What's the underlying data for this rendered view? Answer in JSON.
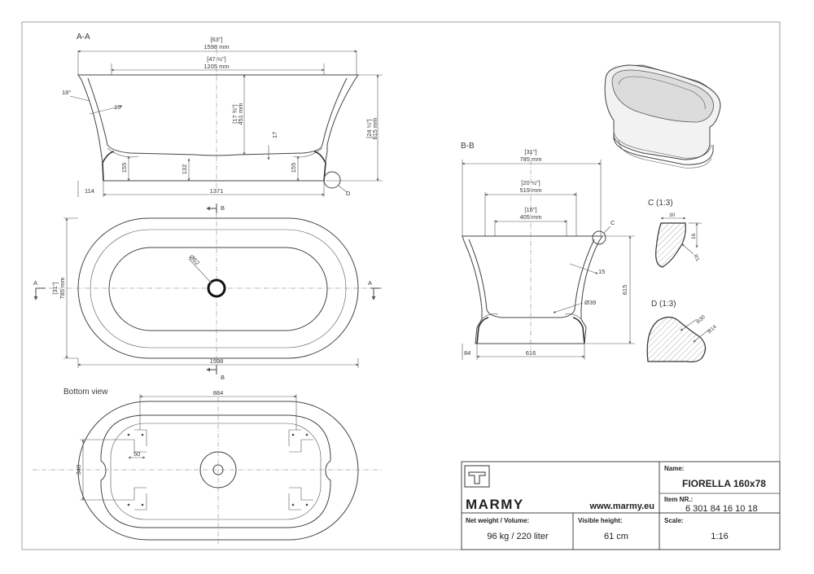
{
  "views": {
    "section_aa": {
      "label": "A-A",
      "dims": {
        "outer_width_in": "[63\"]",
        "outer_width_mm": "1598 mm",
        "inner_width_in": "[47 ½\"]",
        "inner_width_mm": "1205 mm",
        "depth_in": "[17 ¾\"]",
        "depth_mm": "451 mm",
        "height_in": "[24 ¼\"]",
        "height_mm": "615 mm",
        "angle": "18°",
        "wall": "15",
        "floor": "17",
        "foot_h1": "155",
        "foot_h2": "132",
        "foot_h3": "155",
        "left_offset": "114",
        "base_len": "1371",
        "detail_ref": "D"
      }
    },
    "top_view": {
      "section_a": "A",
      "section_b": "B",
      "width_in": "[31\"]",
      "width_mm": "785 mm",
      "length": "1598",
      "drain": "Ø52"
    },
    "bottom_view": {
      "label": "Bottom view",
      "dim_884": "884",
      "dim_50": "50",
      "dim_340": "340"
    },
    "section_bb": {
      "label": "B-B",
      "outer_in": "[31\"]",
      "outer_mm": "785 mm",
      "mid_in": "[20 ½\"]",
      "mid_mm": "519 mm",
      "inner_in": "[16\"]",
      "inner_mm": "405 mm",
      "wall": "15",
      "drain": "Ø39",
      "height": "615",
      "left_offset": "84",
      "base": "616",
      "detail_ref": "C"
    },
    "detail_c": {
      "label": "C (1:3)",
      "w": "30",
      "h": "16",
      "r": "R1"
    },
    "detail_d": {
      "label": "D (1:3)",
      "r1": "R30",
      "r2": "R14"
    }
  },
  "title_block": {
    "brand": "MARMY",
    "website": "www.marmy.eu",
    "name_label": "Name:",
    "name_value": "FIORELLA 160x78",
    "item_label": "Item NR.:",
    "item_value": "6 301 84 16 10 18",
    "weight_label": "Net weight / Volume:",
    "weight_value": "96 kg / 220 liter",
    "height_label": "Visible height:",
    "height_value": "61 cm",
    "scale_label": "Scale:",
    "scale_value": "1:16"
  }
}
